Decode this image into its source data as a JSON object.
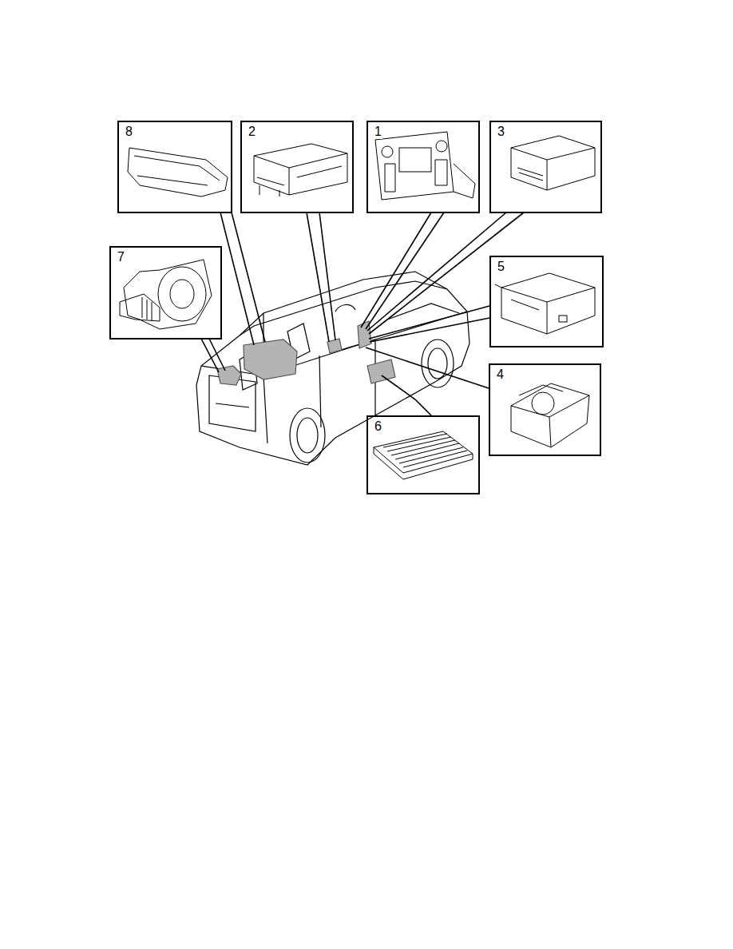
{
  "diagram": {
    "nodes": [
      {
        "text": [
          "8"
        ]
      },
      {
        "text": [
          "2"
        ]
      },
      {
        "text": [
          "1"
        ]
      },
      {
        "text": [
          "3"
        ]
      },
      {
        "text": [
          "7"
        ]
      },
      {
        "text": [
          "5"
        ]
      },
      {
        "text": [
          "4"
        ]
      },
      {
        "text": [
          "6"
        ]
      }
    ]
  }
}
